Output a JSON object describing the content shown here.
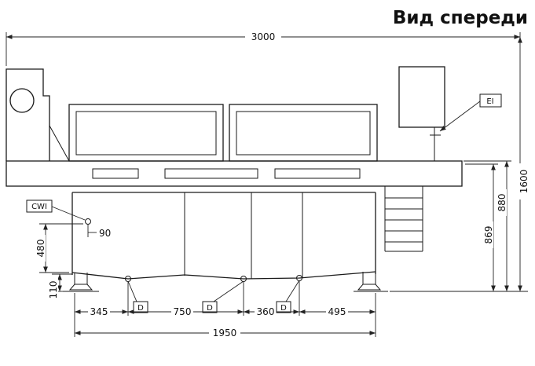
{
  "title": "Вид спереди",
  "labels": {
    "cwi": "CWI",
    "ei": "EI",
    "drain": "D"
  },
  "dimensions": {
    "overall_width": "3000",
    "overall_height": "1600",
    "height_880": "880",
    "height_869": "869",
    "height_480": "480",
    "height_110": "110",
    "offset_90": "90",
    "bottom_345": "345",
    "bottom_750": "750",
    "bottom_360": "360",
    "bottom_495": "495",
    "bottom_total": "1950"
  }
}
